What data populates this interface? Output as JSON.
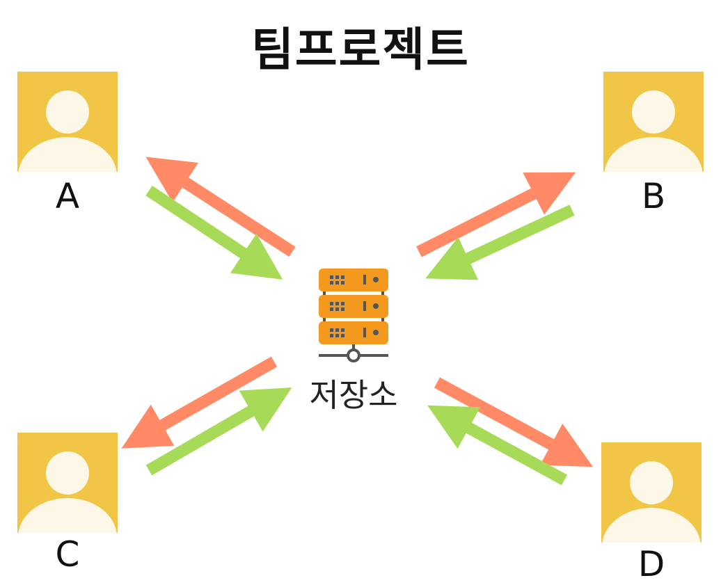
{
  "title": "팀프로젝트",
  "colors": {
    "avatar_bg": "#F1C545",
    "avatar_fg": "#FCF7E6",
    "upload_arrow": "#FF8A65",
    "download_arrow": "#A7DB57",
    "server_unit": "#F39A1E",
    "server_frame": "#555555"
  },
  "icons": {
    "member": "person-avatar-icon",
    "storage": "server-rack-icon"
  },
  "members": [
    {
      "id": "A",
      "label": "A"
    },
    {
      "id": "B",
      "label": "B"
    },
    {
      "id": "C",
      "label": "C"
    },
    {
      "id": "D",
      "label": "D"
    }
  ],
  "storage": {
    "label": "저장소"
  }
}
